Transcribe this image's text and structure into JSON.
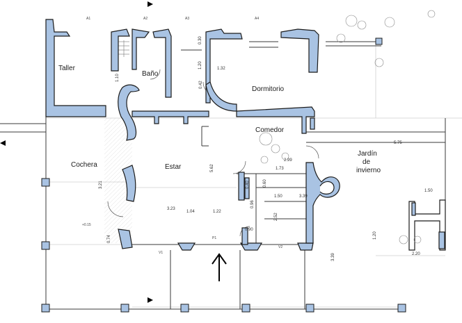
{
  "colors": {
    "wall_fill": "#a9c3e3",
    "wall_stroke": "#1b1b1b",
    "line": "#3a3a3a",
    "dim_line": "#777777",
    "background": "#ffffff"
  },
  "rooms": {
    "taller": "Taller",
    "bano": "Baño",
    "dormitorio": "Dormitorio",
    "comedor": "Comedor",
    "estar": "Estar",
    "cochera": "Cochera",
    "jardin_line1": "Jardín",
    "jardin_line2": "de",
    "jardin_line3": "invierno"
  },
  "dimensions": {
    "d_575": "5.75",
    "d_299": "2.99",
    "d_173": "1.73",
    "d_150a": "1.50",
    "d_150b": "1.50",
    "d_339": "3.39",
    "d_323": "3.23",
    "d_104": "1.04",
    "d_122": "1.22",
    "d_090": "0.90",
    "d_220": "2.20",
    "d_120": "1.20",
    "d_132": "1.32",
    "d_562": "5.62",
    "d_321": "3.21",
    "d_074": "0.74",
    "d_040": "0.40",
    "d_060": "0.60",
    "d_096": "0.96",
    "d_252": "2.52",
    "d_042": "0.42",
    "d_120v": "1.20",
    "d_110": "1.10",
    "d_030": "0.30",
    "d_339v": "3.39"
  },
  "tags": {
    "a1": "A1",
    "a2": "A2",
    "a3": "A3",
    "a4": "A4",
    "p1": "P1",
    "v1": "V1",
    "v2": "V2",
    "lv": "+0.15"
  },
  "icons": {
    "entrance": "arrow-up-icon",
    "section_left": "section-marker-icon",
    "section_top": "section-marker-icon",
    "section_bottom": "section-marker-icon"
  }
}
